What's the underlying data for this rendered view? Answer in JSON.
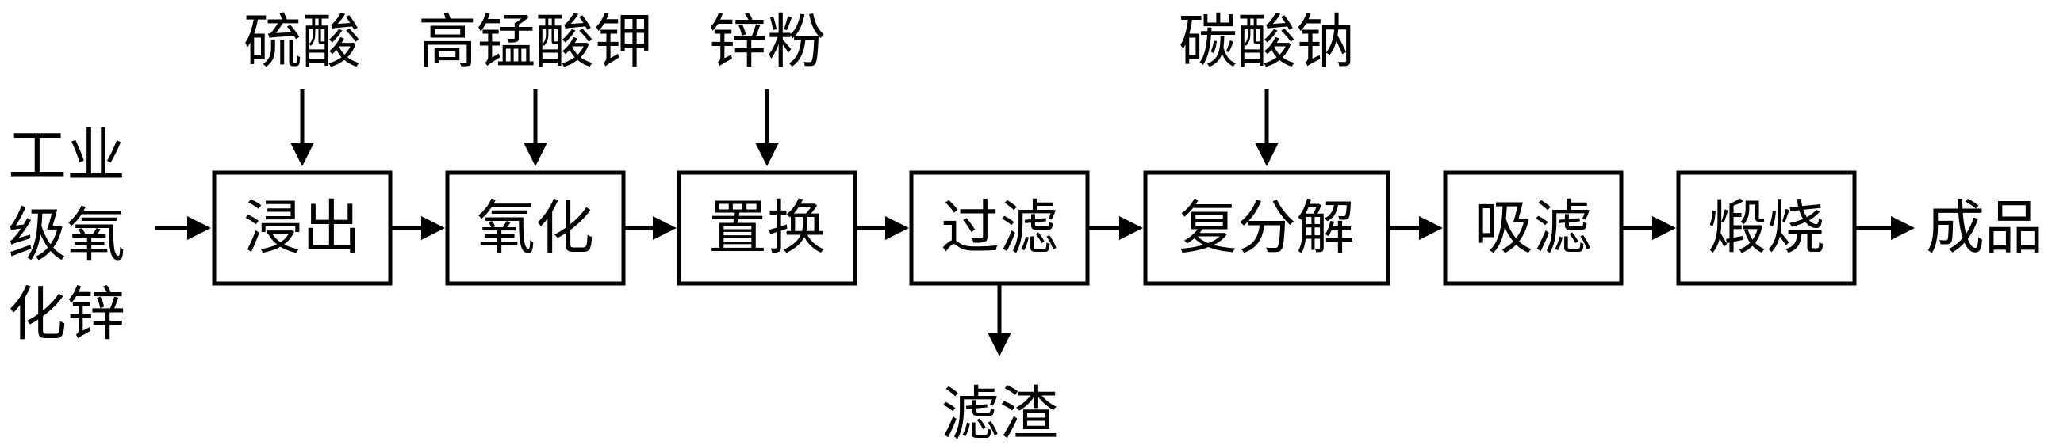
{
  "process_steps": [
    "浸出",
    "氧化",
    "置换",
    "过滤",
    "复分解",
    "吸滤",
    "煅烧"
  ],
  "raw_material_lines": [
    "工业",
    "级氧",
    "化锌"
  ],
  "product": "成品",
  "reagents": {
    "leaching": "硫酸",
    "oxidation": "高锰酸钾",
    "replacement": "锌粉",
    "double_decomposition": "碳酸钠"
  },
  "byproduct": "滤渣"
}
